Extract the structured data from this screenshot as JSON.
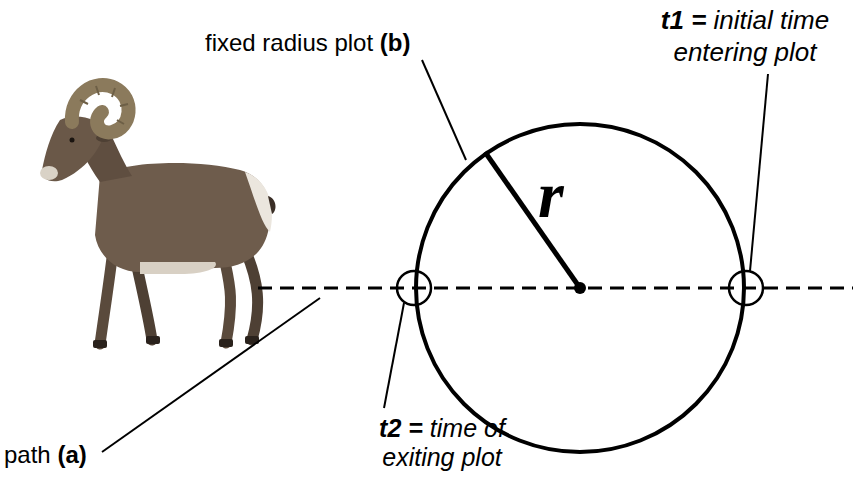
{
  "diagram": {
    "nodes": [
      {
        "text": [
          "r"
        ]
      }
    ],
    "labels": [
      "fixed radius plot (b)",
      "t1 = initial time entering plot",
      "path (a)",
      "t2 = time of exiting plot"
    ]
  }
}
